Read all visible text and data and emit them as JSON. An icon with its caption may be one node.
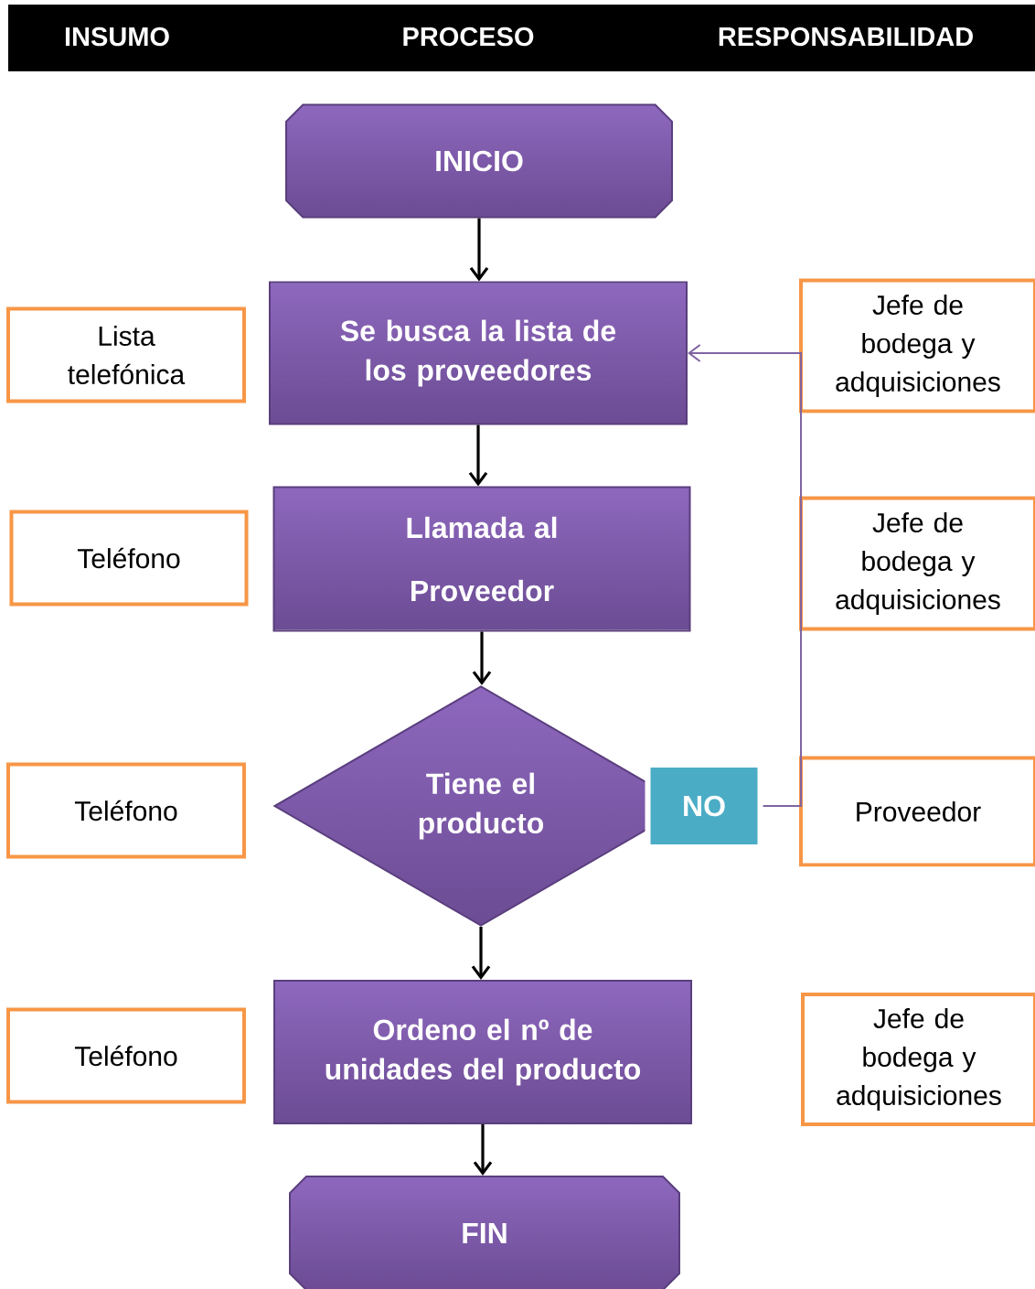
{
  "diagram": {
    "nodes": [
      {
        "text": [
          "INICIO"
        ]
      },
      {
        "text": [
          "Lista telefónica"
        ]
      },
      {
        "text": [
          "Se busca la lista de los proveedores"
        ]
      },
      {
        "text": [
          "Jefe de bodega y adquisiciones"
        ]
      },
      {
        "text": [
          "Teléfono"
        ]
      },
      {
        "text": [
          "Llamada al Proveedor"
        ]
      },
      {
        "text": [
          "Jefe de bodega y adquisiciones"
        ]
      },
      {
        "text": [
          "Teléfono"
        ]
      },
      {
        "text": [
          "Tiene el producto"
        ]
      },
      {
        "text": [
          "NO"
        ]
      },
      {
        "text": [
          "Proveedor"
        ]
      },
      {
        "text": [
          "Teléfono"
        ]
      },
      {
        "text": [
          "Ordeno el nº de unidades del producto"
        ]
      },
      {
        "text": [
          "Jefe de bodega y adquisiciones"
        ]
      },
      {
        "text": [
          "FIN"
        ]
      }
    ],
    "edges": [
      {
        "from": 0,
        "to": 2,
        "arrow": "to"
      },
      {
        "from": 2,
        "to": 5,
        "arrow": "to"
      },
      {
        "from": 5,
        "to": 8,
        "arrow": "to"
      },
      {
        "from": 8,
        "to": 12,
        "arrow": "to"
      },
      {
        "from": 12,
        "to": 14,
        "arrow": "to"
      },
      {
        "from": 9,
        "to": 2,
        "arrow": "to",
        "color": "#8064a2"
      }
    ],
    "labels": [
      "INSUMO",
      "PROCESO",
      "RESPONSABILIDAD"
    ]
  }
}
